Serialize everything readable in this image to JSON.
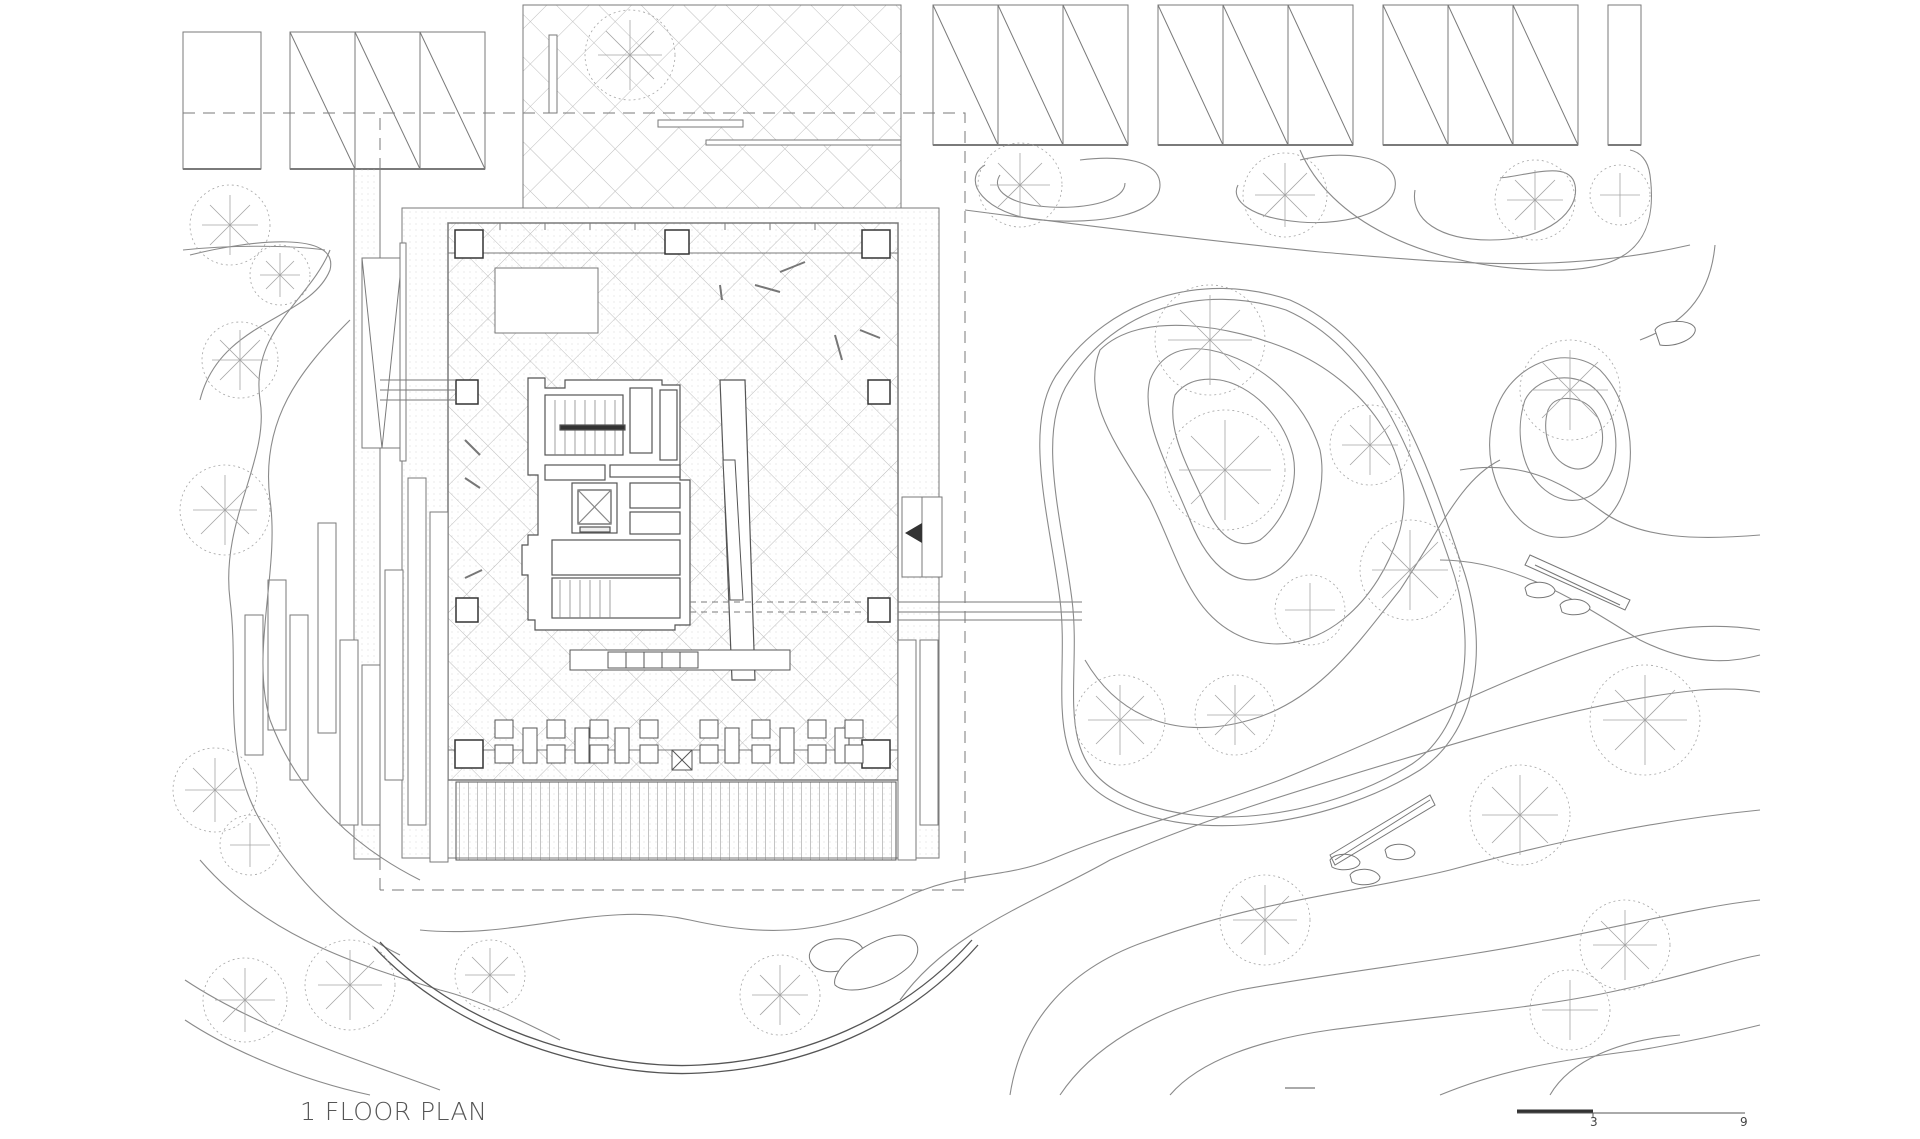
{
  "drawing": {
    "title": "1 FLOOR PLAN",
    "scale_bar": {
      "label_mid": "3",
      "label_end": "9"
    }
  },
  "colors": {
    "line": "#7a7a7a",
    "dark_line": "#333333",
    "hatch": "#b5b5b5",
    "tree": "#9e9e9e",
    "text": "#555555"
  }
}
